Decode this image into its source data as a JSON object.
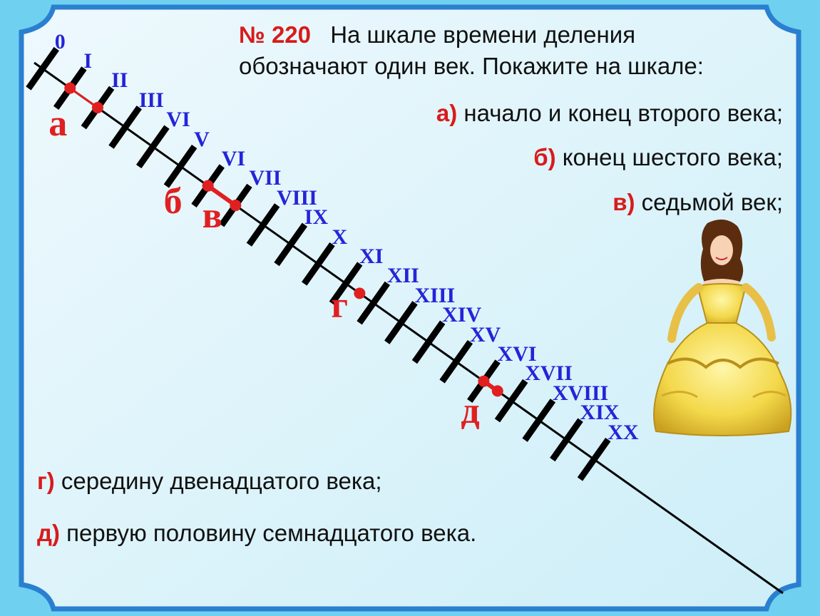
{
  "task": {
    "number": "№ 220",
    "intro_line1": "На шкале времени деления",
    "intro_line2": "обозначают один век. Покажите на шкале:",
    "items": [
      {
        "letter": "а)",
        "text": "начало и конец второго века;"
      },
      {
        "letter": "б)",
        "text": "конец шестого века;"
      },
      {
        "letter": "в)",
        "text": "седьмой век;"
      },
      {
        "letter": "г)",
        "text": "середину двенадцатого века;"
      },
      {
        "letter": "д)",
        "text": "первую половину семнадцатого века."
      }
    ]
  },
  "timeline": {
    "zero_label": "0",
    "century_labels": [
      "I",
      "II",
      "III",
      "VI",
      "V",
      "VI",
      "VII",
      "VIII",
      "IX",
      "X",
      "XI",
      "XII",
      "XIII",
      "XIV",
      "XV",
      "XVI",
      "XVII",
      "XVIII",
      "XIX",
      "XX"
    ],
    "points": [
      {
        "label": "а",
        "centuries": [
          1,
          2
        ]
      },
      {
        "label": "б",
        "centuries": [
          6
        ]
      },
      {
        "label": "в",
        "centuries": [
          6,
          7
        ]
      },
      {
        "label": "г",
        "centuries": [
          11.5
        ]
      },
      {
        "label": "д",
        "centuries": [
          16,
          16.5
        ]
      }
    ]
  },
  "colors": {
    "background": "#d6f3fb",
    "frame": "#2a7fd0",
    "roman": "#2424d8",
    "marker": "#e02020",
    "line": "#000000"
  },
  "illustration": "princess-in-yellow-gown"
}
